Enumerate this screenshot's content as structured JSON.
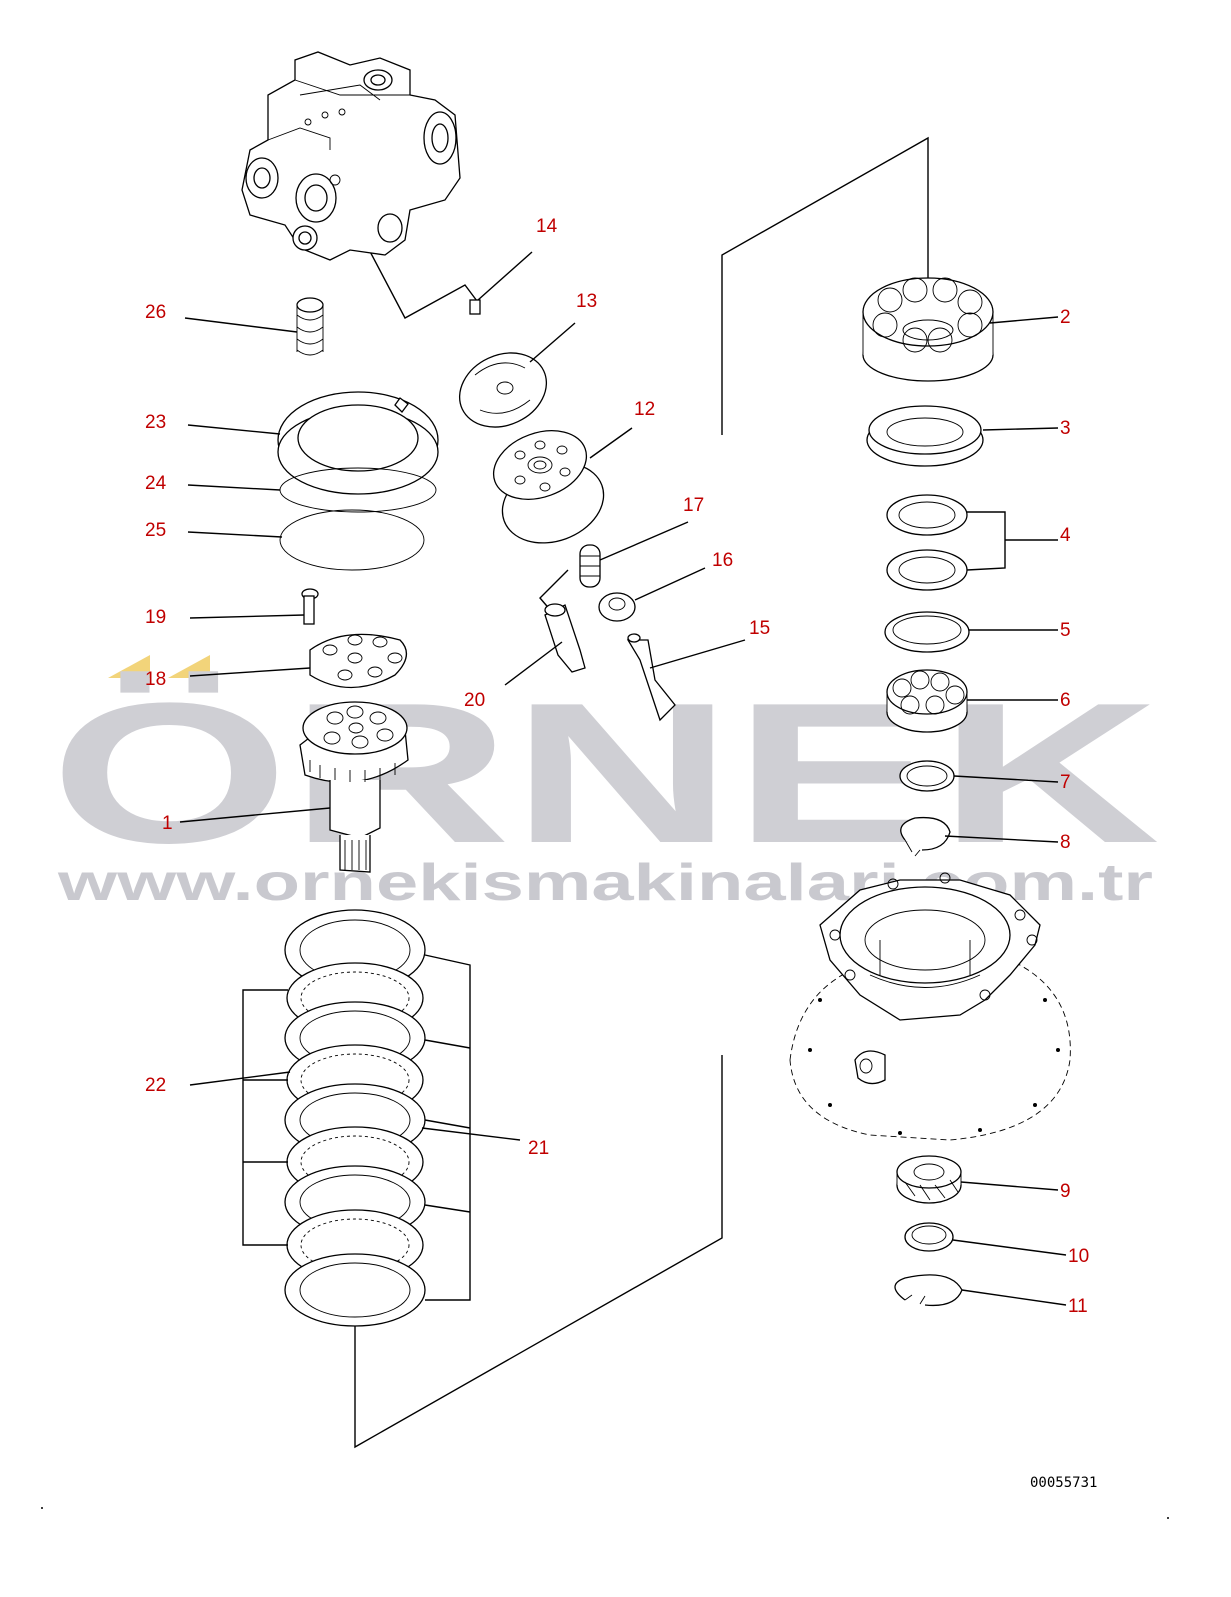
{
  "diagram": {
    "drawing_number": "00055731",
    "watermark": {
      "brand": "ÖRNEK",
      "url": "www.ornekismakinalari.com.tr",
      "accent_color": "#f2d47a",
      "text_color": "#cfcfd4"
    },
    "callout_color": "#c00000",
    "callouts": [
      {
        "id": "1",
        "label": "1"
      },
      {
        "id": "2",
        "label": "2"
      },
      {
        "id": "3",
        "label": "3"
      },
      {
        "id": "4",
        "label": "4"
      },
      {
        "id": "5",
        "label": "5"
      },
      {
        "id": "6",
        "label": "6"
      },
      {
        "id": "7",
        "label": "7"
      },
      {
        "id": "8",
        "label": "8"
      },
      {
        "id": "9",
        "label": "9"
      },
      {
        "id": "10",
        "label": "10"
      },
      {
        "id": "11",
        "label": "11"
      },
      {
        "id": "12",
        "label": "12"
      },
      {
        "id": "13",
        "label": "13"
      },
      {
        "id": "14",
        "label": "14"
      },
      {
        "id": "15",
        "label": "15"
      },
      {
        "id": "16",
        "label": "16"
      },
      {
        "id": "17",
        "label": "17"
      },
      {
        "id": "18",
        "label": "18"
      },
      {
        "id": "19",
        "label": "19"
      },
      {
        "id": "20",
        "label": "20"
      },
      {
        "id": "21",
        "label": "21"
      },
      {
        "id": "22",
        "label": "22"
      },
      {
        "id": "23",
        "label": "23"
      },
      {
        "id": "24",
        "label": "24"
      },
      {
        "id": "25",
        "label": "25"
      },
      {
        "id": "26",
        "label": "26"
      }
    ]
  }
}
